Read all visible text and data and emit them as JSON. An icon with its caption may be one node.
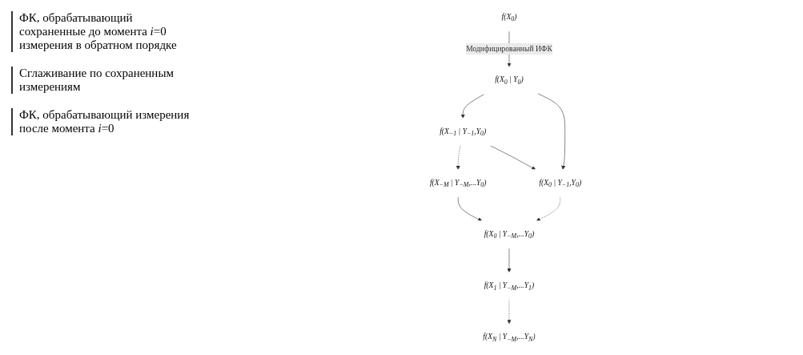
{
  "diagram": {
    "nodes": [
      {
        "text": [
          "f(X$_{0}$)"
        ]
      },
      {
        "text": [
          "f(X$_{0}$ | Y$_{0}$)"
        ]
      },
      {
        "text": [
          "f(X$_{−1}$ | Y$_{−1}$,Y$_{0}$)"
        ]
      },
      {
        "text": [
          "f(X$_{−M}$ | Y$_{−M}$,...Y$_{0}$)"
        ]
      },
      {
        "text": [
          "f(X$_{0}$ | Y$_{−1}$,Y$_{0}$)"
        ]
      },
      {
        "text": [
          "f(X$_{0}$ | Y$_{−M}$,...Y$_{0}$)"
        ]
      },
      {
        "text": [
          "f(X$_{1}$ | Y$_{−M}$,...Y$_{1}$)"
        ]
      },
      {
        "text": [
          "f(X$_{N}$ | Y$_{−M}$,...Y$_{N}$)"
        ]
      }
    ],
    "edges": [
      {
        "from": 0,
        "to": 1,
        "arrow": "to",
        "label": "Модифицированный ИФК"
      },
      {
        "from": 1,
        "to": 2,
        "arrow": "to"
      },
      {
        "from": 2,
        "to": 3,
        "arrow": "to",
        "style": "dashed"
      },
      {
        "from": 2,
        "to": 4,
        "arrow": "to"
      },
      {
        "from": 3,
        "to": 5,
        "arrow": "to"
      },
      {
        "from": 1,
        "to": 4,
        "arrow": "to"
      },
      {
        "from": 4,
        "to": 5,
        "arrow": "to",
        "style": "dashed"
      },
      {
        "from": 5,
        "to": 6,
        "arrow": "to"
      },
      {
        "from": 6,
        "to": 7,
        "arrow": "to",
        "style": "dashed"
      }
    ],
    "labels": [
      "ФК, обрабатывающий сохраненные до момента *i*=0 измерения в обратном порядке",
      "Сглаживание по сохраненным измерениям",
      "ФК, обрабатывающий измерения после момента *i*=0"
    ]
  }
}
